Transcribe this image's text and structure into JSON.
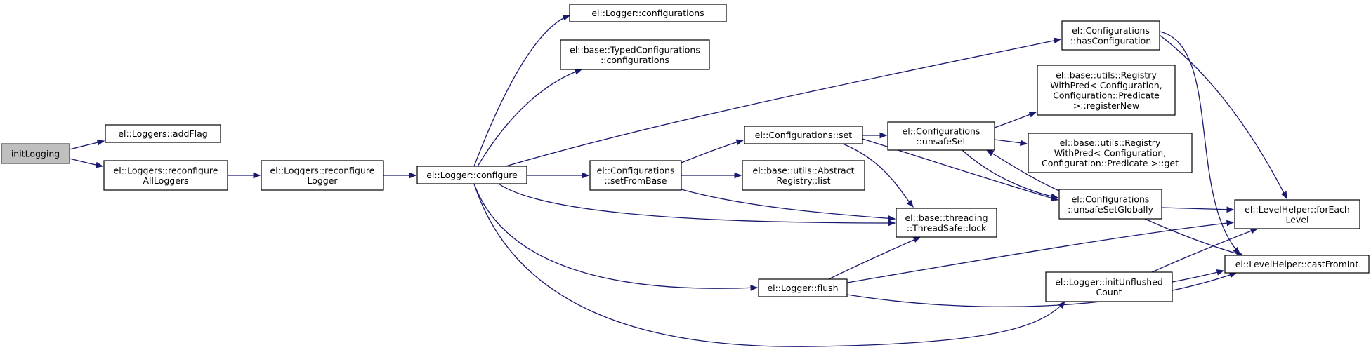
{
  "diagram": {
    "nodes": {
      "initLogging": [
        "initLogging"
      ],
      "addFlag": [
        "el::Loggers::addFlag"
      ],
      "reconfAll": [
        "el::Loggers::reconfigure",
        "AllLoggers"
      ],
      "reconfLogger": [
        "el::Loggers::reconfigure",
        "Logger"
      ],
      "configure": [
        "el::Logger::configure"
      ],
      "loggerConfigurations": [
        "el::Logger::configurations"
      ],
      "typedConfigurations": [
        "el::base::TypedConfigurations",
        "::configurations"
      ],
      "hasConfiguration": [
        "el::Configurations",
        "::hasConfiguration"
      ],
      "setFromBase": [
        "el::Configurations",
        "::setFromBase"
      ],
      "confSet": [
        "el::Configurations::set"
      ],
      "abstractList": [
        "el::base::utils::Abstract",
        "Registry::list"
      ],
      "threadLock": [
        "el::base::threading",
        "::ThreadSafe::lock"
      ],
      "unsafeSet": [
        "el::Configurations",
        "::unsafeSet"
      ],
      "registerNew": [
        "el::base::utils::Registry",
        "WithPred< Configuration,",
        "Configuration::Predicate",
        ">::registerNew"
      ],
      "registryGet": [
        "el::base::utils::Registry",
        "WithPred< Configuration,",
        "Configuration::Predicate >::get"
      ],
      "unsafeSetGlobally": [
        "el::Configurations",
        "::unsafeSetGlobally"
      ],
      "forEachLevel": [
        "el::LevelHelper::forEach",
        "Level"
      ],
      "castFromInt": [
        "el::LevelHelper::castFromInt"
      ],
      "flush": [
        "el::Logger::flush"
      ],
      "initUnflushed": [
        "el::Logger::initUnflushed",
        "Count"
      ]
    },
    "edges": [
      [
        "initLogging",
        "addFlag"
      ],
      [
        "initLogging",
        "reconfAll"
      ],
      [
        "reconfAll",
        "reconfLogger"
      ],
      [
        "reconfLogger",
        "configure"
      ],
      [
        "configure",
        "loggerConfigurations"
      ],
      [
        "configure",
        "typedConfigurations"
      ],
      [
        "configure",
        "hasConfiguration"
      ],
      [
        "configure",
        "setFromBase"
      ],
      [
        "configure",
        "threadLock"
      ],
      [
        "configure",
        "flush"
      ],
      [
        "configure",
        "initUnflushed"
      ],
      [
        "setFromBase",
        "confSet"
      ],
      [
        "setFromBase",
        "abstractList"
      ],
      [
        "setFromBase",
        "threadLock"
      ],
      [
        "confSet",
        "unsafeSet"
      ],
      [
        "confSet",
        "threadLock"
      ],
      [
        "confSet",
        "unsafeSetGlobally"
      ],
      [
        "unsafeSet",
        "registerNew"
      ],
      [
        "unsafeSet",
        "registryGet"
      ],
      [
        "unsafeSet",
        "unsafeSetGlobally"
      ],
      [
        "unsafeSetGlobally",
        "unsafeSet"
      ],
      [
        "unsafeSetGlobally",
        "forEachLevel"
      ],
      [
        "unsafeSetGlobally",
        "castFromInt"
      ],
      [
        "hasConfiguration",
        "forEachLevel"
      ],
      [
        "hasConfiguration",
        "castFromInt"
      ],
      [
        "flush",
        "threadLock"
      ],
      [
        "flush",
        "forEachLevel"
      ],
      [
        "flush",
        "castFromInt"
      ],
      [
        "initUnflushed",
        "forEachLevel"
      ],
      [
        "initUnflushed",
        "castFromInt"
      ]
    ]
  }
}
